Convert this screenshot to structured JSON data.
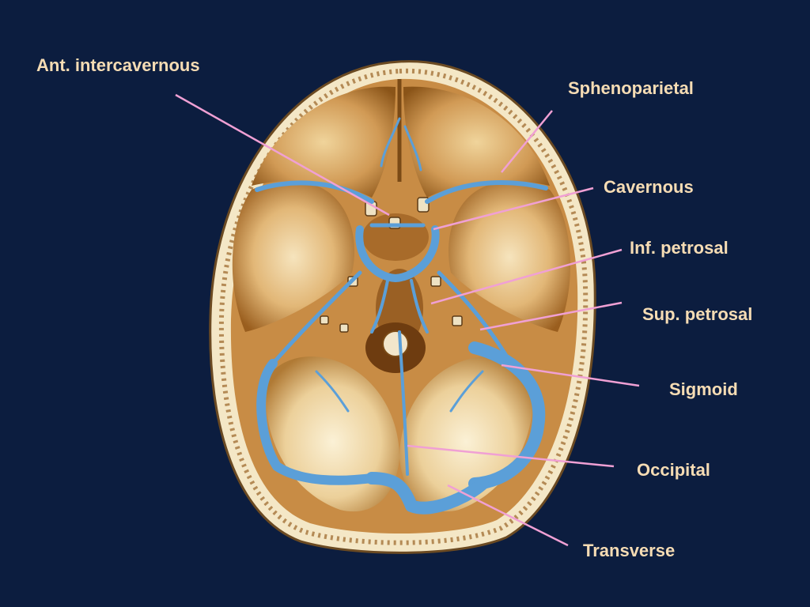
{
  "labels": {
    "ant_intercavernous": "Ant. intercavernous",
    "sphenoparietal": "Sphenoparietal",
    "cavernous": "Cavernous",
    "inf_petrosal": "Inf. petrosal",
    "sup_petrosal": "Sup. petrosal",
    "sigmoid": "Sigmoid",
    "occipital": "Occipital",
    "transverse": "Transverse"
  },
  "colors": {
    "background": "#0c1d3f",
    "label_text": "#f6dcb4",
    "leader_line": "#f0a0d4",
    "sinus_blue": "#5b9fd8",
    "bone_dark": "#8a5418",
    "bone_light": "#f3dfb3"
  }
}
